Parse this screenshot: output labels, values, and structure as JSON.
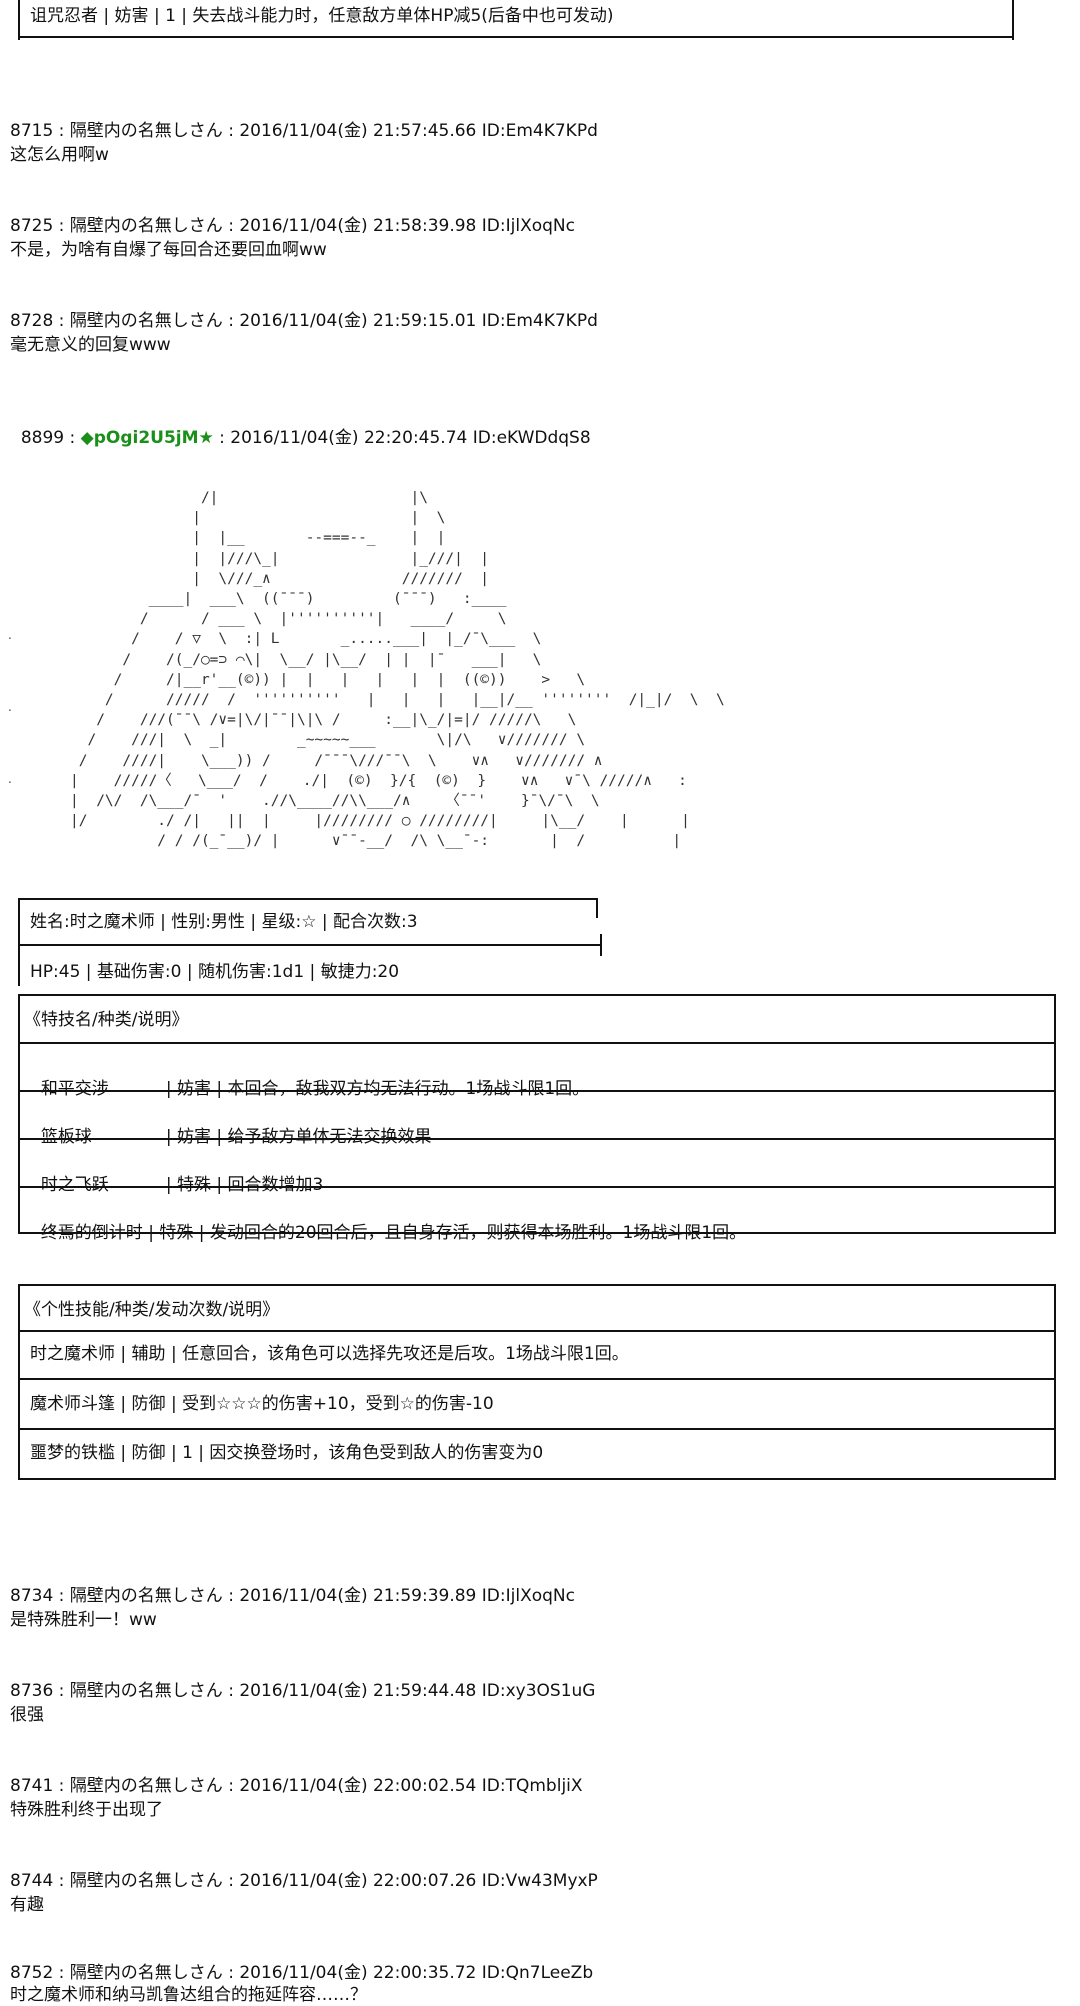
{
  "top_table": {
    "row": "诅咒忍者 | 妨害 | 1 | 失去战斗能力时，任意敌方单体HP减5(后备中也可发动)"
  },
  "posts_before": [
    {
      "header": "8715 : 隔壁内の名無しさん : 2016/11/04(金) 21:57:45.66 ID:Em4K7KPd",
      "body": "这怎么用啊w"
    },
    {
      "header": "8725 : 隔壁内の名無しさん : 2016/11/04(金) 21:58:39.98 ID:IjlXoqNc",
      "body": "不是，为啥有自爆了每回合还要回血啊ww"
    },
    {
      "header": "8728 : 隔壁内の名無しさん : 2016/11/04(金) 21:59:15.01 ID:Em4K7KPd",
      "body": "毫无意义的回复www"
    }
  ],
  "main_post": {
    "number": "8899 : ",
    "trip": "◆pOgi2U5jM★",
    "rest": " : 2016/11/04(金) 22:20:45.74 ID:eKWDdqS8"
  },
  "ascii_art": [
    "               /|                      |\\",
    "              |                        |  \\",
    "              |  |__       --===--_    |  |",
    "              |  |///\\_|               |_///|  |",
    "              |  \\///_∧               ///////  |",
    "         ____|  ___\\  ((¯¯¯)         (¯¯¯)   :____",
    "        /      / ___ \\  |''''''''''|   ____/     \\",
    "       /    / ▽  \\  :| L       _.....___|  |_/¯\\___  \\",
    "      /    /(_/○=⊃ ⌒\\|  \\__/ |\\__/  | |  |¯   ___|   \\",
    "     /     /|__r'__(©)) |  |   |   |   |  |  ((©))    >   \\",
    "    /      /////  /  ''''''''''   |   |   |   |__|/__ ''''''''  /|_|/  \\  \\",
    "   /    ///(¯¯\\ /∨=|\\/|¯¯|\\|\\ /     :__|\\_/|=|/ /////\\   \\",
    "  /    ///|  \\  _|        _~~~~~___       \\|/\\   ∨/////// \\",
    " /    ////|    \\___)) /     /¯¯¯\\///¯¯\\  \\    ∨∧   ∨/////// ∧",
    "|    /////〈   \\___/  /    ./|  (©)  }/{  (©)  }    ∨∧   ∨¯\\ /////∧   :",
    "|  /\\/  /\\___/¯  '    .//\\____//\\\\___/∧    〈¯¯'    }¯\\/¯\\  \\",
    "|/        ./ /|   ||  |     |//////// ○ ////////|     |\\__/    |      |",
    "          / / /(_¯__)/ |      ∨¯¯-__/  /\\ \\__¯-:       |  /          |"
  ],
  "stats_table": {
    "name_row": "姓名:时之魔术师 | 性别:男性 | 星级:☆ | 配合次数:3",
    "hp_row": "HP:45 | 基础伤害:0 | 随机伤害:1d1 | 敏捷力:20"
  },
  "skills_table": {
    "header": "《特技名/种类/说明》",
    "rows": [
      {
        "name": "和平交涉",
        "type": "妨害",
        "desc": "本回合，敌我双方均无法行动。1场战斗限1回。"
      },
      {
        "name": "篮板球",
        "type": "妨害",
        "desc": "给予敌方单体无法交换效果"
      },
      {
        "name": "时之飞跃",
        "type": "特殊",
        "desc": "回合数增加3"
      },
      {
        "name": "终焉的倒计时",
        "type": "特殊",
        "desc": "发动回合的20回合后，且自身存活，则获得本场胜利。1场战斗限1回。"
      }
    ]
  },
  "traits_table": {
    "header": "《个性技能/种类/发动次数/说明》",
    "rows": [
      "时之魔术师 | 辅助 | 任意回合，该角色可以选择先攻还是后攻。1场战斗限1回。",
      "魔术师斗篷 | 防御 | 受到☆☆☆的伤害+10，受到☆的伤害-10",
      "噩梦的铁槛 | 防御 | 1 | 因交换登场时，该角色受到敌人的伤害变为0"
    ]
  },
  "posts_after": [
    {
      "header": "8734 : 隔壁内の名無しさん : 2016/11/04(金) 21:59:39.89 ID:IjlXoqNc",
      "body": "是特殊胜利一！ww"
    },
    {
      "header": "8736 : 隔壁内の名無しさん : 2016/11/04(金) 21:59:44.48 ID:xy3OS1uG",
      "body": "很强"
    },
    {
      "header": "8741 : 隔壁内の名無しさん : 2016/11/04(金) 22:00:02.54 ID:TQmbljiX",
      "body": "特殊胜利终于出现了"
    },
    {
      "header": "8744 : 隔壁内の名無しさん : 2016/11/04(金) 22:00:07.26 ID:Vw43MyxP",
      "body": "有趣"
    },
    {
      "header": "8752 : 隔壁内の名無しさん : 2016/11/04(金) 22:00:35.72 ID:Qn7LeeZb",
      "body": "时之魔术师和纳马凯鲁达组合的拖延阵容……？"
    }
  ]
}
